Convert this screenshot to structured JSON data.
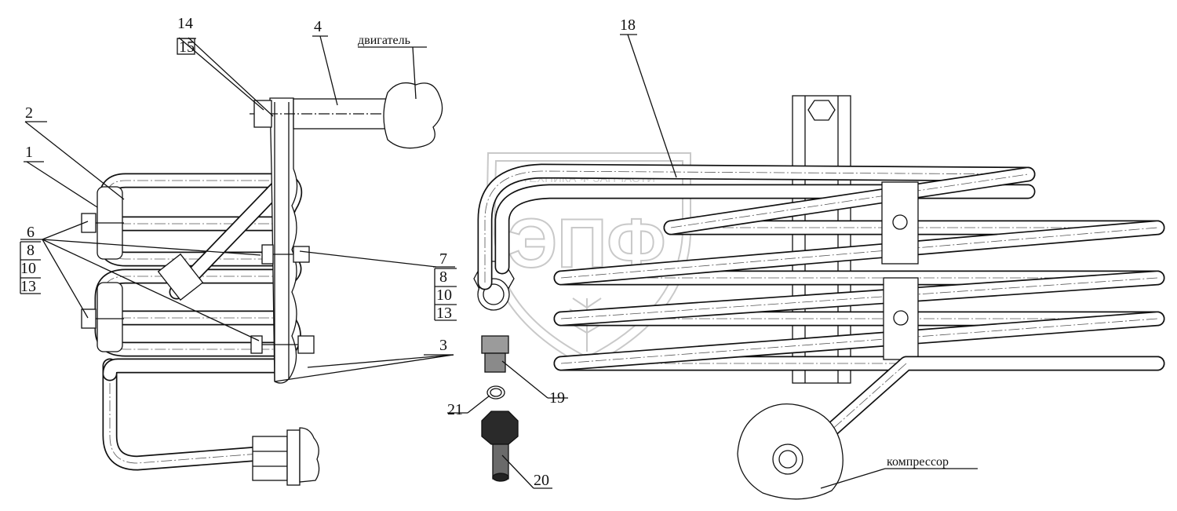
{
  "diagram": {
    "labels": {
      "engine": "двигатель",
      "compressor": "компрессор"
    },
    "callouts": {
      "c1": "1",
      "c2": "2",
      "c3": "3",
      "c4": "4",
      "c6": "6",
      "c6_8": "8",
      "c6_10": "10",
      "c6_13": "13",
      "c7": "7",
      "c7_8": "8",
      "c7_10": "10",
      "c7_13": "13",
      "c14": "14",
      "c15": "15",
      "c18": "18",
      "c19": "19",
      "c20": "20",
      "c21": "21"
    },
    "watermark": {
      "top_text": "ТЕХНИКА ✲ ЗАПЧАСТИ",
      "logo_text": "ЭПФ"
    }
  }
}
